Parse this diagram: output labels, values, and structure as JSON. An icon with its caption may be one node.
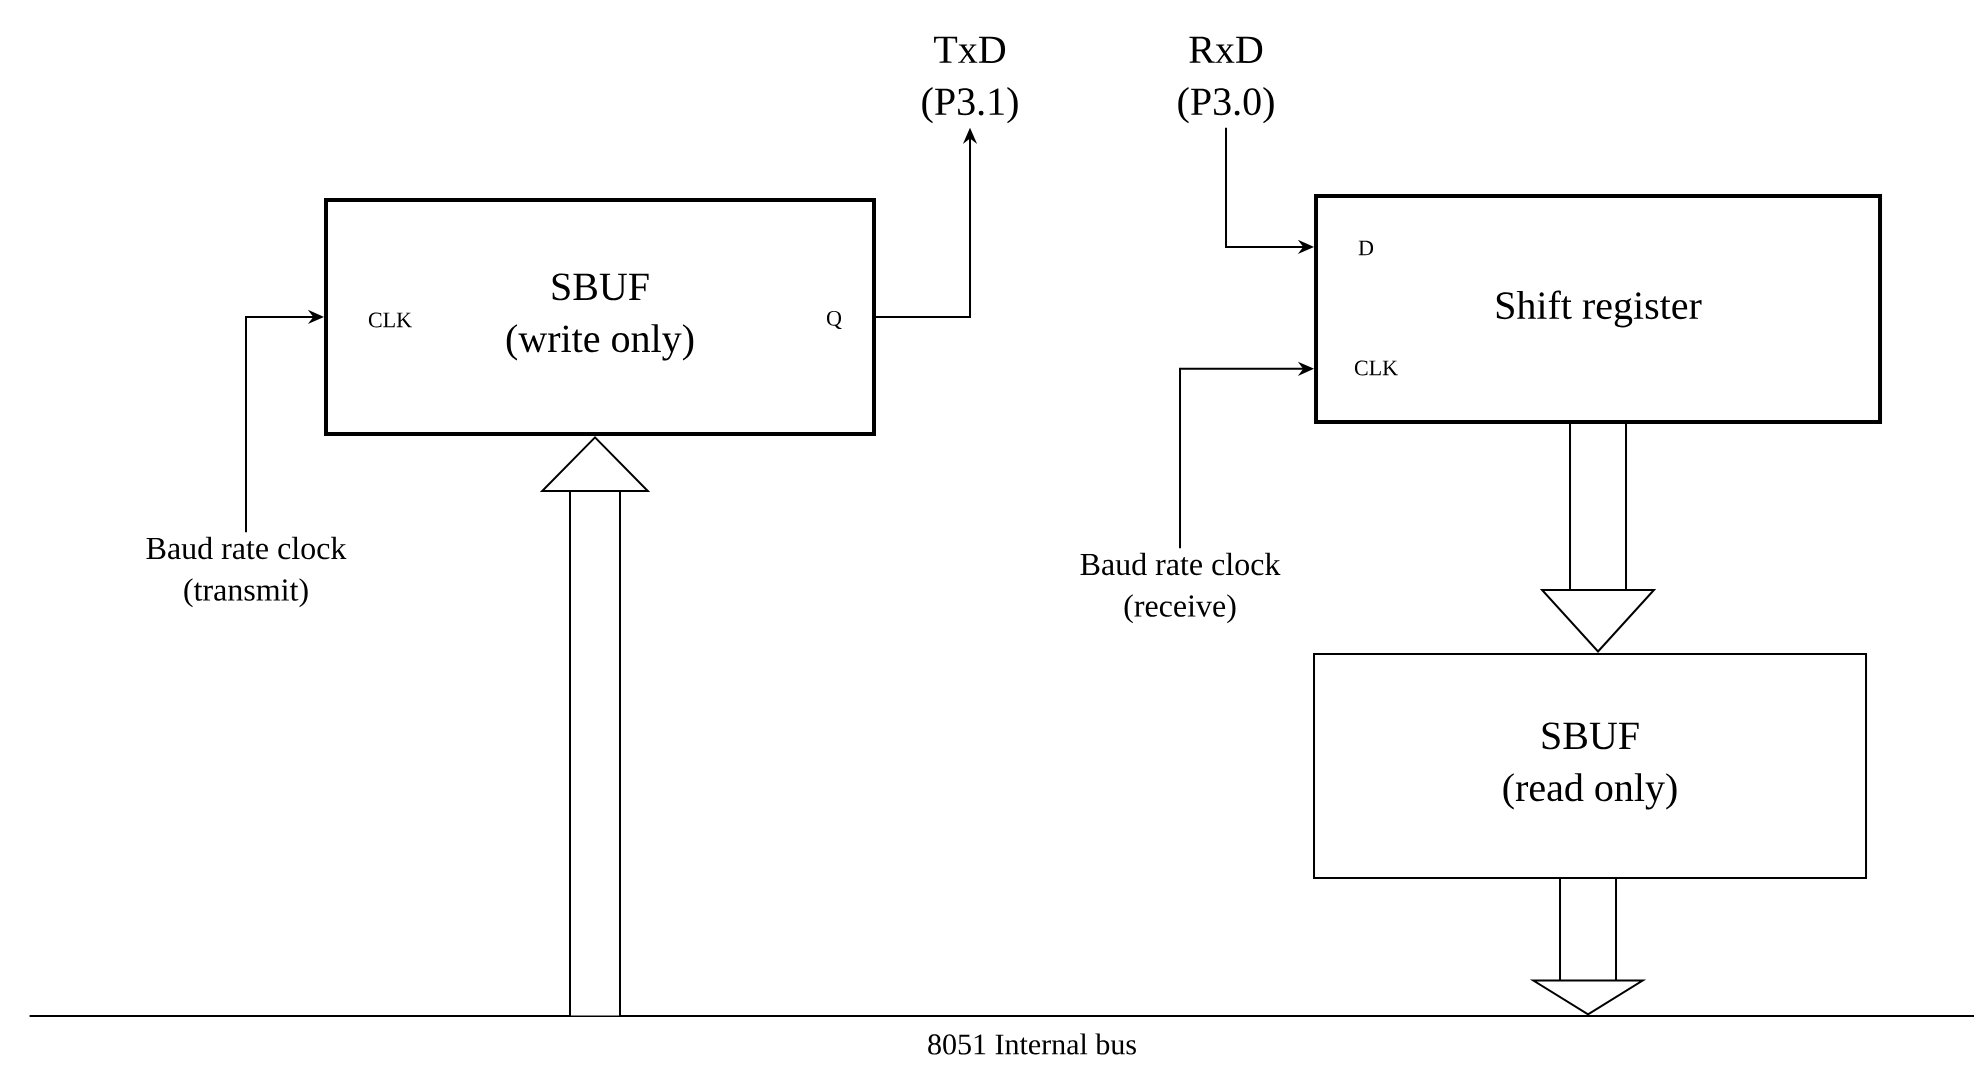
{
  "diagram": {
    "nodes": [
      {
        "text": [
          "SBUF (write only)"
        ]
      },
      {
        "text": [
          "TxD (P3.1)"
        ]
      },
      {
        "text": [
          "RxD (P3.0)"
        ]
      },
      {
        "text": [
          "Shift register"
        ]
      },
      {
        "text": [
          "Baud rate clock (transmit)"
        ]
      },
      {
        "text": [
          "Baud rate clock (receive)"
        ]
      },
      {
        "text": [
          "SBUF (read only)"
        ]
      },
      {
        "text": [],
        "shape": "bar",
        "beside": [
          "8051 Internal bus"
        ]
      }
    ],
    "edges": [
      {
        "from": 0,
        "to": 1,
        "arrow": "to"
      },
      {
        "from": 2,
        "to": 3,
        "arrow": "to"
      },
      {
        "from": 4,
        "to": 0,
        "arrow": "to"
      },
      {
        "from": 5,
        "to": 3,
        "arrow": "to"
      },
      {
        "from": 3,
        "to": 6,
        "arrow": "to",
        "style": "thick"
      },
      {
        "from": 6,
        "to": 7,
        "arrow": "to",
        "style": "thick"
      },
      {
        "from": 7,
        "to": 0,
        "arrow": "to",
        "style": "thick"
      }
    ],
    "labels": [
      "CLK",
      "Q",
      "D",
      "CLK"
    ]
  }
}
